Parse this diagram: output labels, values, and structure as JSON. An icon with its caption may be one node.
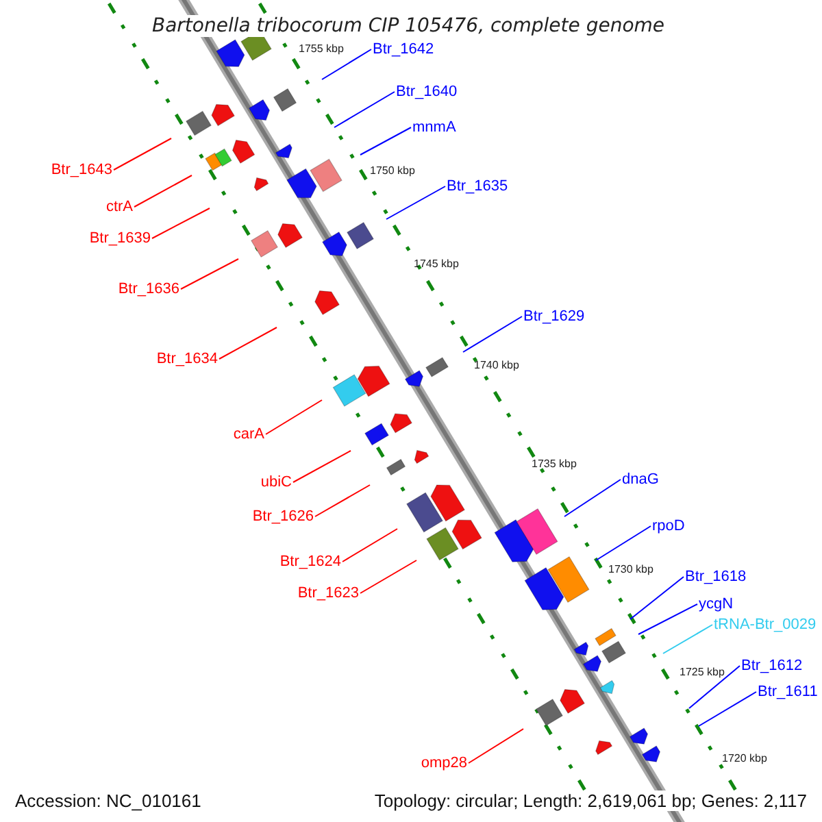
{
  "diagram": {
    "title": "Bartonella tribocorum CIP 105476, complete genome",
    "nodes": [
      {
        "text": [
          "Btr_1642"
        ]
      },
      {
        "text": [
          "Btr_1640"
        ]
      },
      {
        "text": [
          "mnmA"
        ]
      },
      {
        "text": [
          "Btr_1643"
        ]
      },
      {
        "text": [
          "Btr_1635"
        ]
      },
      {
        "text": [
          "ctrA"
        ]
      },
      {
        "text": [
          "Btr_1639"
        ]
      },
      {
        "text": [
          "Btr_1636"
        ]
      },
      {
        "text": [
          "Btr_1629"
        ]
      },
      {
        "text": [
          "Btr_1634"
        ]
      },
      {
        "text": [
          "carA"
        ]
      },
      {
        "text": [
          "dnaG"
        ]
      },
      {
        "text": [
          "ubiC"
        ]
      },
      {
        "text": [
          "Btr_1626"
        ]
      },
      {
        "text": [
          "rpoD"
        ]
      },
      {
        "text": [
          "Btr_1624"
        ]
      },
      {
        "text": [
          "Btr_1618"
        ]
      },
      {
        "text": [
          "Btr_1623"
        ]
      },
      {
        "text": [
          "ycgN"
        ]
      },
      {
        "text": [
          "tRNA-Btr_0029"
        ]
      },
      {
        "text": [
          "Btr_1612"
        ]
      },
      {
        "text": [
          "Btr_1611"
        ]
      },
      {
        "text": [
          "omp28"
        ]
      }
    ],
    "edges": [
      {
        "from": 0,
        "to": null,
        "arrow": "none",
        "color": "#0000ff"
      },
      {
        "from": 1,
        "to": null,
        "arrow": "none",
        "color": "#0000ff"
      },
      {
        "from": 2,
        "to": null,
        "arrow": "none",
        "color": "#0000ff"
      },
      {
        "from": 3,
        "to": null,
        "arrow": "none",
        "color": "#ff0000"
      },
      {
        "from": 4,
        "to": null,
        "arrow": "none",
        "color": "#0000ff"
      },
      {
        "from": 5,
        "to": null,
        "arrow": "none",
        "color": "#ff0000"
      },
      {
        "from": 6,
        "to": null,
        "arrow": "none",
        "color": "#ff0000"
      },
      {
        "from": 7,
        "to": null,
        "arrow": "none",
        "color": "#ff0000"
      },
      {
        "from": 8,
        "to": null,
        "arrow": "none",
        "color": "#0000ff"
      },
      {
        "from": 9,
        "to": null,
        "arrow": "none",
        "color": "#ff0000"
      },
      {
        "from": 10,
        "to": null,
        "arrow": "none",
        "color": "#ff0000"
      },
      {
        "from": 11,
        "to": null,
        "arrow": "none",
        "color": "#0000ff"
      },
      {
        "from": 12,
        "to": null,
        "arrow": "none",
        "color": "#ff0000"
      },
      {
        "from": 13,
        "to": null,
        "arrow": "none",
        "color": "#ff0000"
      },
      {
        "from": 14,
        "to": null,
        "arrow": "none",
        "color": "#0000ff"
      },
      {
        "from": 15,
        "to": null,
        "arrow": "none",
        "color": "#ff0000"
      },
      {
        "from": 16,
        "to": null,
        "arrow": "none",
        "color": "#0000ff"
      },
      {
        "from": 17,
        "to": null,
        "arrow": "none",
        "color": "#ff0000"
      },
      {
        "from": 18,
        "to": null,
        "arrow": "none",
        "color": "#0000ff"
      },
      {
        "from": 19,
        "to": null,
        "arrow": "none",
        "color": "#33ccee"
      },
      {
        "from": 20,
        "to": null,
        "arrow": "none",
        "color": "#0000ff"
      },
      {
        "from": 21,
        "to": null,
        "arrow": "none",
        "color": "#0000ff"
      },
      {
        "from": 22,
        "to": null,
        "arrow": "none",
        "color": "#ff0000"
      }
    ],
    "labels": [
      "1755 kbp",
      "1750 kbp",
      "1745 kbp",
      "1740 kbp",
      "1735 kbp",
      "1730 kbp",
      "1725 kbp",
      "1720 kbp",
      "Accession: NC_010161",
      "Topology: circular; Length: 2,619,061 bp; Genes: 2,117"
    ]
  }
}
